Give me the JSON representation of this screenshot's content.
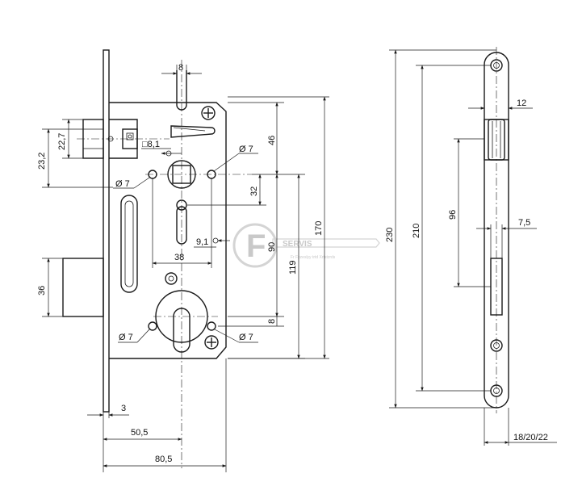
{
  "dimensions": {
    "d8": "8",
    "d22_7": "22,7",
    "d23_2": "23,2",
    "d8_1": "□8,1",
    "d7_a": "Ø 7",
    "d7_b": "Ø 7",
    "d7_c": "Ø 7",
    "d7_d": "Ø 7",
    "d46": "46",
    "d32": "32",
    "d9_1": "9,1",
    "d38": "38",
    "d90": "90",
    "d119": "119",
    "d170": "170",
    "d36": "36",
    "d8_low": "8",
    "d3": "3",
    "d50_5": "50,5",
    "d80_5": "80,5",
    "d230": "230",
    "d210": "210",
    "d12": "12",
    "d96": "96",
    "d7_5": "7,5",
    "d18_20_22": "18/20/22"
  },
  "watermark": {
    "letter": "F",
    "name": "SERVIS",
    "tagline": "Fr Fyzeslyy trtd Xrtstzrds"
  },
  "colors": {
    "line": "#1a1a1a",
    "watermark": "#c9c9c9"
  }
}
